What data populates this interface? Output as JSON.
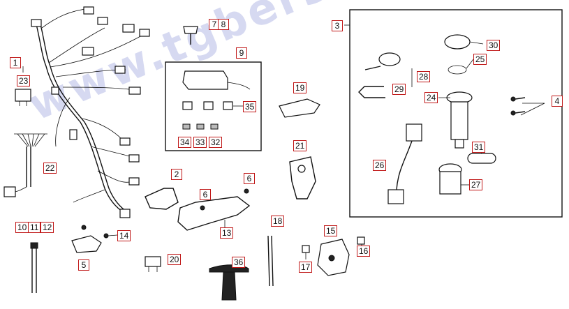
{
  "watermark": "www.tgbersatzteile.de",
  "labels": {
    "l1": "1",
    "l2": "2",
    "l3": "3",
    "l4": "4",
    "l5": "5",
    "l6": "6",
    "l7": "7",
    "l8": "8",
    "l9": "9",
    "l10": "10",
    "l11": "11",
    "l12": "12",
    "l13": "13",
    "l14": "14",
    "l15": "15",
    "l16": "16",
    "l17": "17",
    "l18": "18",
    "l19": "19",
    "l20": "20",
    "l21": "21",
    "l22": "22",
    "l23": "23",
    "l24": "24",
    "l25": "25",
    "l26": "26",
    "l27": "27",
    "l28": "28",
    "l29": "29",
    "l30": "30",
    "l31": "31",
    "l32": "32",
    "l33": "33",
    "l34": "34",
    "l35": "35",
    "l36": "36"
  },
  "colors": {
    "label_border": "#c01818",
    "line": "#111111",
    "watermark": "#7882d2"
  }
}
